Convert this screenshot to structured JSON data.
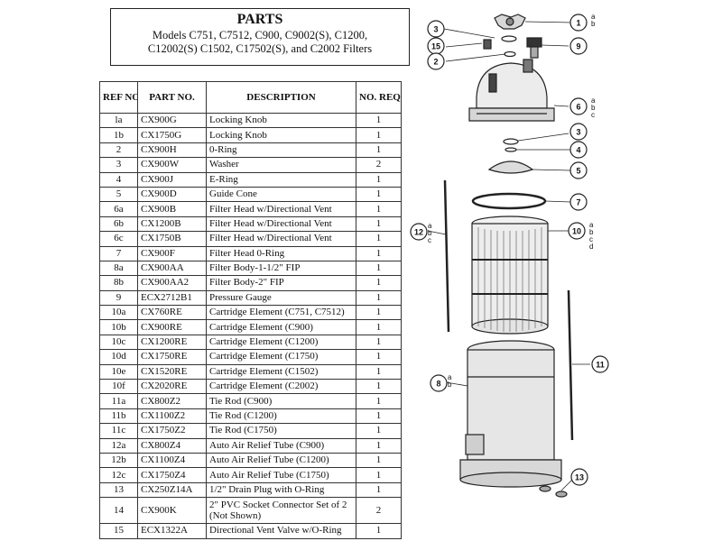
{
  "header": {
    "title": "PARTS",
    "subtitle_line1": "Models C751, C7512, C900, C9002(S), C1200,",
    "subtitle_line2": "C12002(S) C1502, C17502(S), and C2002 Filters"
  },
  "table": {
    "col_ref": "REF NO.",
    "col_part": "PART NO.",
    "col_desc": "DESCRIPTION",
    "col_qty": "NO. REQ'D.",
    "rows": [
      {
        "ref": "la",
        "part": "CX900G",
        "desc": "Locking Knob",
        "qty": "1"
      },
      {
        "ref": "1b",
        "part": "CX1750G",
        "desc": "Locking Knob",
        "qty": "1"
      },
      {
        "ref": "2",
        "part": "CX900H",
        "desc": "0-Ring",
        "qty": "1"
      },
      {
        "ref": "3",
        "part": "CX900W",
        "desc": "Washer",
        "qty": "2"
      },
      {
        "ref": "4",
        "part": "CX900J",
        "desc": "E-Ring",
        "qty": "1"
      },
      {
        "ref": "5",
        "part": "CX900D",
        "desc": "Guide Cone",
        "qty": "1"
      },
      {
        "ref": "6a",
        "part": "CX900B",
        "desc": "Filter Head w/Directional Vent",
        "qty": "1"
      },
      {
        "ref": "6b",
        "part": "CX1200B",
        "desc": "Filter Head w/Directional Vent",
        "qty": "1"
      },
      {
        "ref": "6c",
        "part": "CX1750B",
        "desc": "Filter Head w/Directional Vent",
        "qty": "1"
      },
      {
        "ref": "7",
        "part": "CX900F",
        "desc": "Filter Head 0-Ring",
        "qty": "1"
      },
      {
        "ref": "8a",
        "part": "CX900AA",
        "desc": "Filter Body-1-1/2\" FIP",
        "qty": "1"
      },
      {
        "ref": "8b",
        "part": "CX900AA2",
        "desc": "Filter Body-2\" FIP",
        "qty": "1"
      },
      {
        "ref": "9",
        "part": "ECX2712B1",
        "desc": "Pressure Gauge",
        "qty": "1"
      },
      {
        "ref": "10a",
        "part": "CX760RE",
        "desc": "Cartridge Element (C751, C7512)",
        "qty": "1"
      },
      {
        "ref": "10b",
        "part": "CX900RE",
        "desc": "Cartridge Element (C900)",
        "qty": "1"
      },
      {
        "ref": "10c",
        "part": "CX1200RE",
        "desc": "Cartridge Element (C1200)",
        "qty": "1"
      },
      {
        "ref": "10d",
        "part": "CX1750RE",
        "desc": "Cartridge Element (C1750)",
        "qty": "1"
      },
      {
        "ref": "10e",
        "part": "CX1520RE",
        "desc": "Cartridge Element (C1502)",
        "qty": "1"
      },
      {
        "ref": "10f",
        "part": "CX2020RE",
        "desc": "Cartridge Element (C2002)",
        "qty": "1"
      },
      {
        "ref": "11a",
        "part": "CX800Z2",
        "desc": "Tie Rod (C900)",
        "qty": "1"
      },
      {
        "ref": "11b",
        "part": "CX1100Z2",
        "desc": "Tie Rod (C1200)",
        "qty": "1"
      },
      {
        "ref": "11c",
        "part": "CX1750Z2",
        "desc": "Tie Rod (C1750)",
        "qty": "1"
      },
      {
        "ref": "12a",
        "part": "CX800Z4",
        "desc": "Auto Air Relief Tube (C900)",
        "qty": "1"
      },
      {
        "ref": "12b",
        "part": "CX1100Z4",
        "desc": "Auto Air Relief Tube (C1200)",
        "qty": "1"
      },
      {
        "ref": "12c",
        "part": "CX1750Z4",
        "desc": "Auto Air Relief Tube (C1750)",
        "qty": "1"
      },
      {
        "ref": "13",
        "part": "CX250Z14A",
        "desc": "1/2\" Drain Plug with O-Ring",
        "qty": "1"
      },
      {
        "ref": "14",
        "part": "CX900K",
        "desc": "2\" PVC Socket Connector Set of 2 (Not Shown)",
        "qty": "2"
      },
      {
        "ref": "15",
        "part": "ECX1322A",
        "desc": "Directional Vent Valve w/O-Ring",
        "qty": "1"
      }
    ]
  },
  "diagram": {
    "callouts": [
      {
        "num": "1",
        "sub": "a b"
      },
      {
        "num": "3",
        "sub": ""
      },
      {
        "num": "15",
        "sub": ""
      },
      {
        "num": "9",
        "sub": ""
      },
      {
        "num": "2",
        "sub": ""
      },
      {
        "num": "6",
        "sub": "a b c"
      },
      {
        "num": "3",
        "sub": ""
      },
      {
        "num": "4",
        "sub": ""
      },
      {
        "num": "5",
        "sub": ""
      },
      {
        "num": "7",
        "sub": ""
      },
      {
        "num": "12",
        "sub": "a b c"
      },
      {
        "num": "10",
        "sub": "a b c d"
      },
      {
        "num": "11",
        "sub": ""
      },
      {
        "num": "8",
        "sub": "a b"
      },
      {
        "num": "13",
        "sub": ""
      }
    ]
  }
}
